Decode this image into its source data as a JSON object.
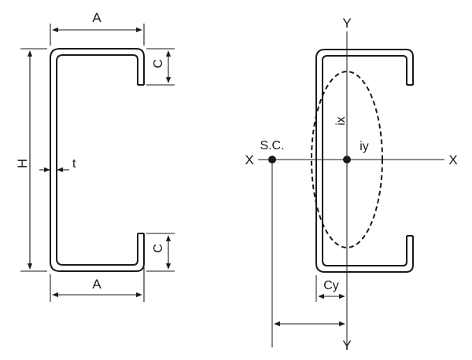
{
  "labels": {
    "flange_width": "A",
    "flange_width_bottom": "A",
    "height": "H",
    "thickness": "t",
    "lip_top": "C",
    "lip_bottom": "C",
    "y_axis_top": "Y",
    "y_axis_bottom": "Y",
    "x_axis_left": "X",
    "x_axis_right": "X",
    "shear_center": "S.C.",
    "ix": "ix",
    "iy": "iy",
    "cy": "Cy"
  },
  "colors": {
    "ink": "#1a1a1a",
    "background": "#ffffff"
  }
}
